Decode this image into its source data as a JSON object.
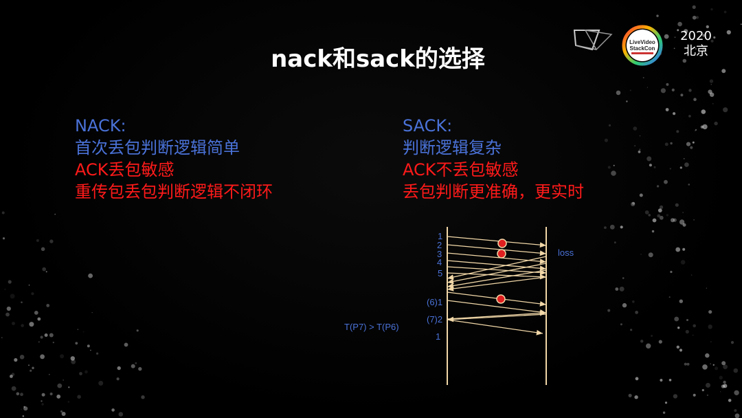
{
  "title": "nack和sack的选择",
  "header": {
    "year": "2020",
    "city": "北京",
    "logo_text": "LiveVideo StackCon",
    "diamond_logo_icon": "diamond-logo-icon"
  },
  "nack": {
    "heading": "NACK:",
    "line1": "首次丢包判断逻辑简单",
    "line2": "ACK丢包敏感",
    "line3": "重传包丢包判断逻辑不闭环"
  },
  "sack": {
    "heading": "SACK:",
    "line1": "判断逻辑复杂",
    "line2": "ACK不丢包敏感",
    "line3": "丢包判断更准确，更实时"
  },
  "diagram": {
    "labels": [
      "1",
      "2",
      "3",
      "4",
      "5",
      "(6)1",
      "(7)2",
      "1"
    ],
    "loss_label": "loss",
    "condition_label": "T(P7) > T(P6)"
  },
  "colors": {
    "blue": "#4a72d8",
    "red": "#ff1a1a",
    "arrow": "#f2d8a8",
    "loss_marker": "#e02020"
  }
}
